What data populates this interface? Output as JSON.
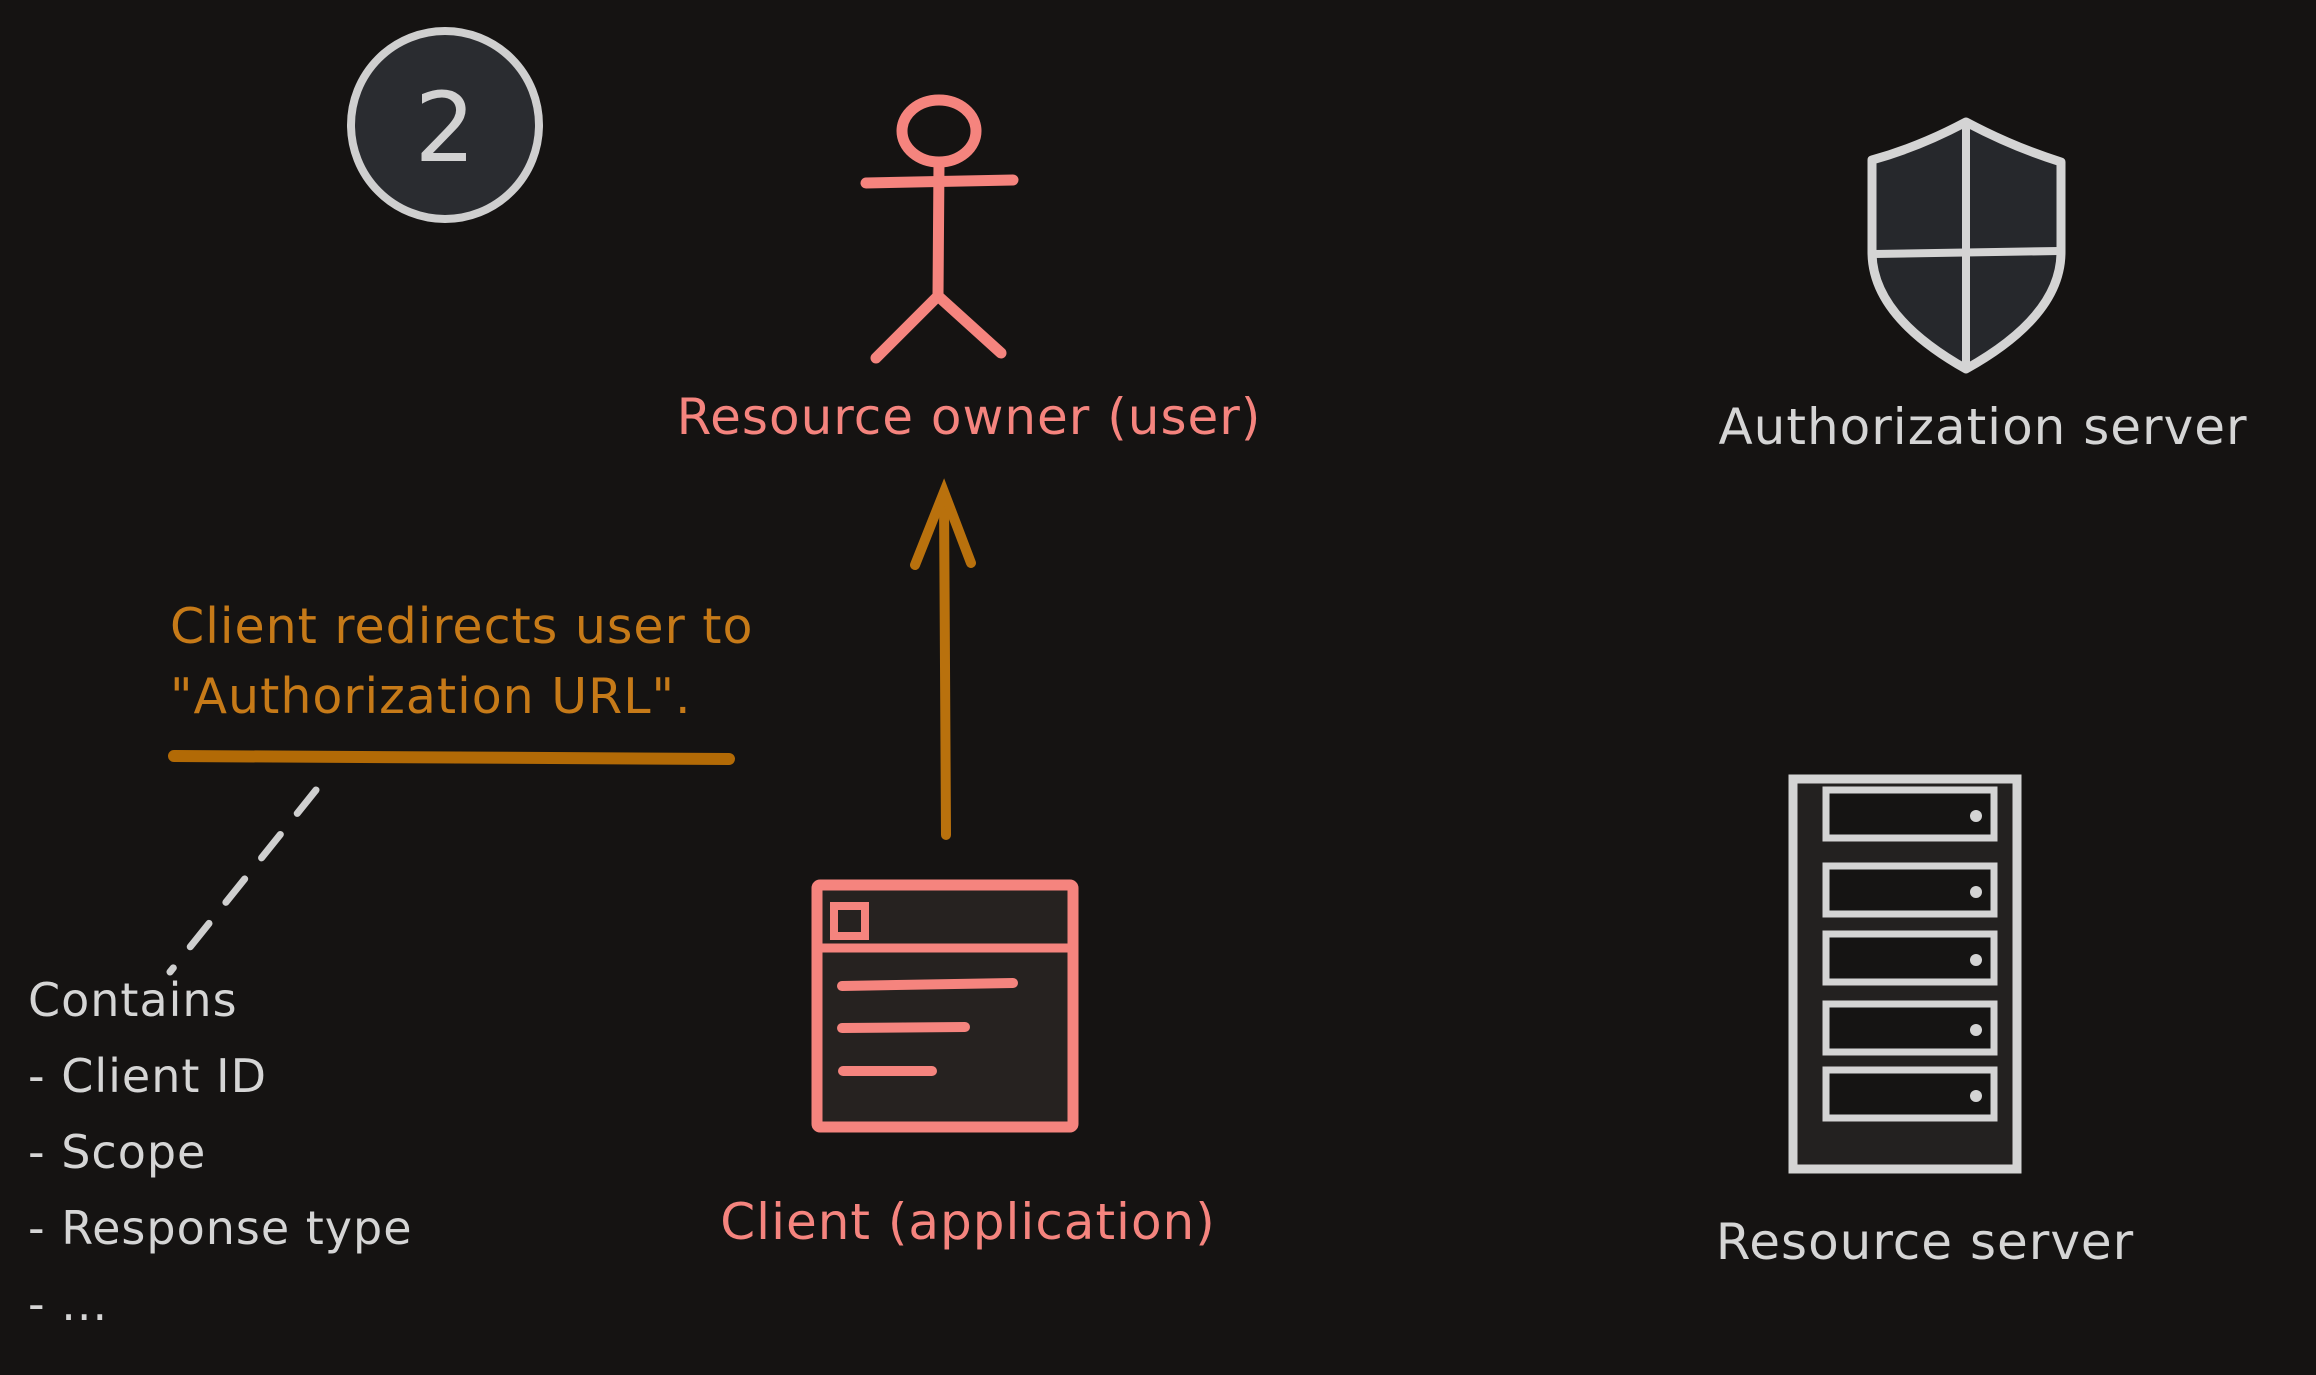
{
  "step_badge": {
    "number": "2"
  },
  "nodes": {
    "resource_owner": {
      "label": "Resource owner (user)",
      "icon": "stick-figure-icon"
    },
    "authorization_server": {
      "label": "Authorization server",
      "icon": "shield-icon"
    },
    "client": {
      "label": "Client (application)",
      "icon": "browser-window-icon"
    },
    "resource_server": {
      "label": "Resource server",
      "icon": "server-rack-icon"
    }
  },
  "annotation": {
    "line1": "Client redirects user to",
    "line2": "\"Authorization URL\"."
  },
  "contains_note": {
    "title": "Contains",
    "items": [
      "- Client ID",
      "- Scope",
      "- Response type",
      "- ..."
    ]
  },
  "colors": {
    "background": "#151312",
    "pink": "#f5847e",
    "orange_text": "#c67a18",
    "orange_arrow": "#b9710d",
    "orange_underline": "#b26a06",
    "gray": "#d5d5d5",
    "badge_fill": "#2a2c30",
    "shield_fill": "#26282c",
    "rack_fill": "#232120",
    "browser_fill": "#262220"
  }
}
